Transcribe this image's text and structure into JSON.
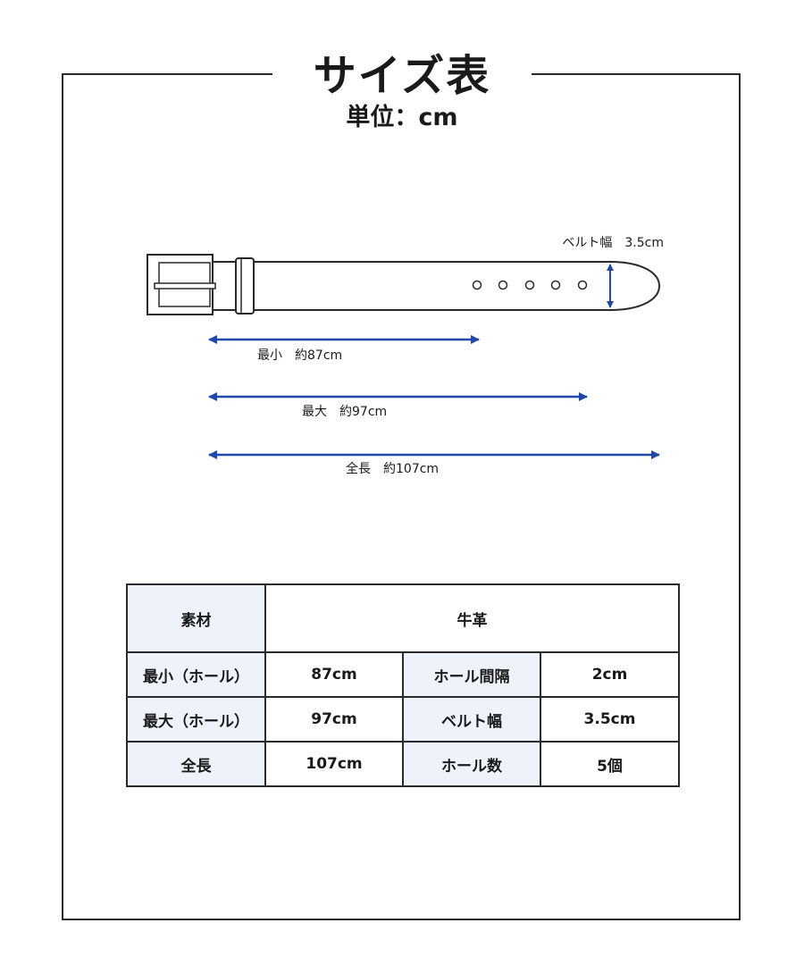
{
  "header": {
    "title": "サイズ表",
    "unit": "単位：cm"
  },
  "diagram": {
    "width_label": "ベルト幅　3.5cm",
    "measures": [
      {
        "label": "最小　約87cm"
      },
      {
        "label": "最大　約97cm"
      },
      {
        "label": "全長　約107cm"
      }
    ],
    "holes": 5,
    "colors": {
      "arrow": "#1f48a8",
      "outline": "#2a2a2a"
    }
  },
  "spec_table": {
    "material_label": "素材",
    "material_value": "牛革",
    "rows": [
      {
        "label_a": "最小（ホール）",
        "value_a": "87cm",
        "label_b": "ホール間隔",
        "value_b": "2cm"
      },
      {
        "label_a": "最大（ホール）",
        "value_a": "97cm",
        "label_b": "ベルト幅",
        "value_b": "3.5cm"
      },
      {
        "label_a": "全長",
        "value_a": "107cm",
        "label_b": "ホール数",
        "value_b": "5個"
      }
    ],
    "colors": {
      "header_bg": "#eef3fb"
    }
  }
}
